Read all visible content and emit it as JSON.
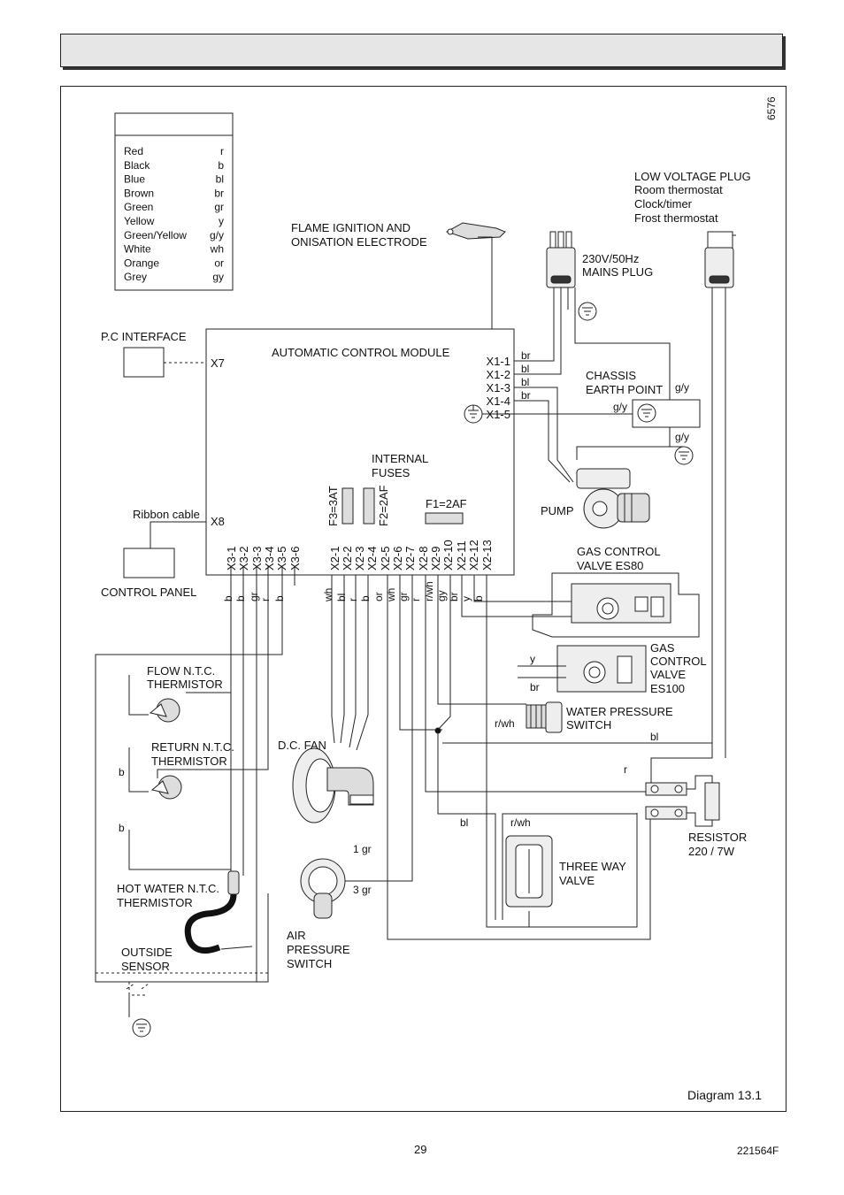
{
  "diagram_id": "6576",
  "caption": "Diagram 13.1",
  "footer": {
    "page": "29",
    "doc": "221564F"
  },
  "legend": [
    {
      "name": "Red",
      "code": "r"
    },
    {
      "name": "Black",
      "code": "b"
    },
    {
      "name": "Blue",
      "code": "bl"
    },
    {
      "name": "Brown",
      "code": "br"
    },
    {
      "name": "Green",
      "code": "gr"
    },
    {
      "name": "Yellow",
      "code": "y"
    },
    {
      "name": "Green/Yellow",
      "code": "g/y"
    },
    {
      "name": "White",
      "code": "wh"
    },
    {
      "name": "Orange",
      "code": "or"
    },
    {
      "name": "Grey",
      "code": "gy"
    }
  ],
  "labels": {
    "pc_interface": "P.C INTERFACE",
    "x7": "X7",
    "x8": "X8",
    "ribbon_cable": "Ribbon cable",
    "control_panel": "CONTROL PANEL",
    "acm": "AUTOMATIC CONTROL MODULE",
    "flame_1": "FLAME IGNITION AND",
    "flame_2": "ONISATION ELECTRODE",
    "low_voltage": "LOW VOLTAGE PLUG",
    "room_thermostat": "Room thermostat",
    "clock_timer": "Clock/timer",
    "frost_thermostat": "Frost thermostat",
    "mains_1": "230V/50Hz",
    "mains_2": "MAINS PLUG",
    "chassis_1": "CHASSIS",
    "chassis_2": "EARTH POINT",
    "internal_1": "INTERNAL",
    "internal_2": "FUSES",
    "f1": "F1=2AF",
    "f2": "F2=2AF",
    "f3": "F3=3AT",
    "pump": "PUMP",
    "gcv80_1": "GAS CONTROL",
    "gcv80_2": "VALVE ES80",
    "gcv100_1": "GAS",
    "gcv100_2": "CONTROL",
    "gcv100_3": "VALVE",
    "gcv100_4": "ES100",
    "wps_1": "WATER PRESSURE",
    "wps_2": "SWITCH",
    "flow_1": "FLOW  N.T.C.",
    "flow_2": "THERMISTOR",
    "return_1": "RETURN N.T.C.",
    "return_2": "THERMISTOR",
    "dc_fan": "D.C. FAN",
    "resistor_1": "RESISTOR",
    "resistor_2": "220    / 7W",
    "three_way_1": "THREE WAY",
    "three_way_2": "VALVE",
    "hot_water_1": "HOT WATER N.T.C.",
    "hot_water_2": "THERMISTOR",
    "air_1": "AIR",
    "air_2": "PRESSURE",
    "air_3": "SWITCH",
    "outside_1": "OUTSIDE",
    "outside_2": "SENSOR",
    "gr1": "1 gr",
    "gr3": "3 gr"
  },
  "x1_terminals": [
    "X1-1",
    "X1-2",
    "X1-3",
    "X1-4",
    "X1-5"
  ],
  "x1_wires": [
    "br",
    "bl",
    "bl",
    "br"
  ],
  "x3_terminals": [
    "X3-1",
    "X3-2",
    "X3-3",
    "X3-4",
    "X3-5",
    "X3-6"
  ],
  "x3_wires": [
    "b",
    "b",
    "gr",
    "r",
    "b"
  ],
  "x2_terminals": [
    "X2-1",
    "X2-2",
    "X2-3",
    "X2-4",
    "X2-5",
    "X2-6",
    "X2-7",
    "X2-8",
    "X2-9",
    "X2-10",
    "X2-11",
    "X2-12",
    "X2-13"
  ],
  "x2_wires": [
    "wh",
    "bl",
    "r",
    "b",
    "or",
    "wh",
    "gr",
    "r",
    "r/wh",
    "gy",
    "br",
    "y",
    "b"
  ],
  "wire_labels": {
    "gy1": "g/y",
    "gy2": "g/y",
    "gy3": "g/y",
    "y": "y",
    "br": "br",
    "rwh1": "r/wh",
    "bl1": "bl",
    "r": "r",
    "b1": "b",
    "b2": "b",
    "bl2": "bl",
    "rwh2": "r/wh"
  }
}
